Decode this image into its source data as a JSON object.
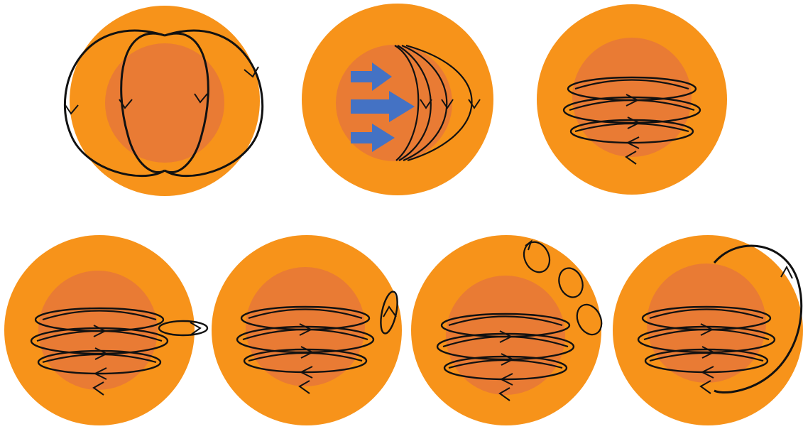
{
  "colors": {
    "background": "#ffffff",
    "star_outer": "#F7931A",
    "star_core": "#E97B34",
    "field_line": "#111111",
    "flow_arrow": "#4472C4"
  },
  "panels": [
    {
      "id": "dipole-field",
      "icon": "poloidal-field-lines"
    },
    {
      "id": "differential-rotation",
      "icon": "shear-flow-arrows"
    },
    {
      "id": "toroidal-field",
      "icon": "toroidal-field-loops"
    },
    {
      "id": "flux-tube-emerging",
      "icon": "rising-flux-tube"
    },
    {
      "id": "twisted-flux-loop",
      "icon": "twisted-loop"
    },
    {
      "id": "multiple-small-loops",
      "icon": "loop-cluster"
    },
    {
      "id": "reconnected-poloidal-loop",
      "icon": "large-reconnected-loop"
    }
  ]
}
